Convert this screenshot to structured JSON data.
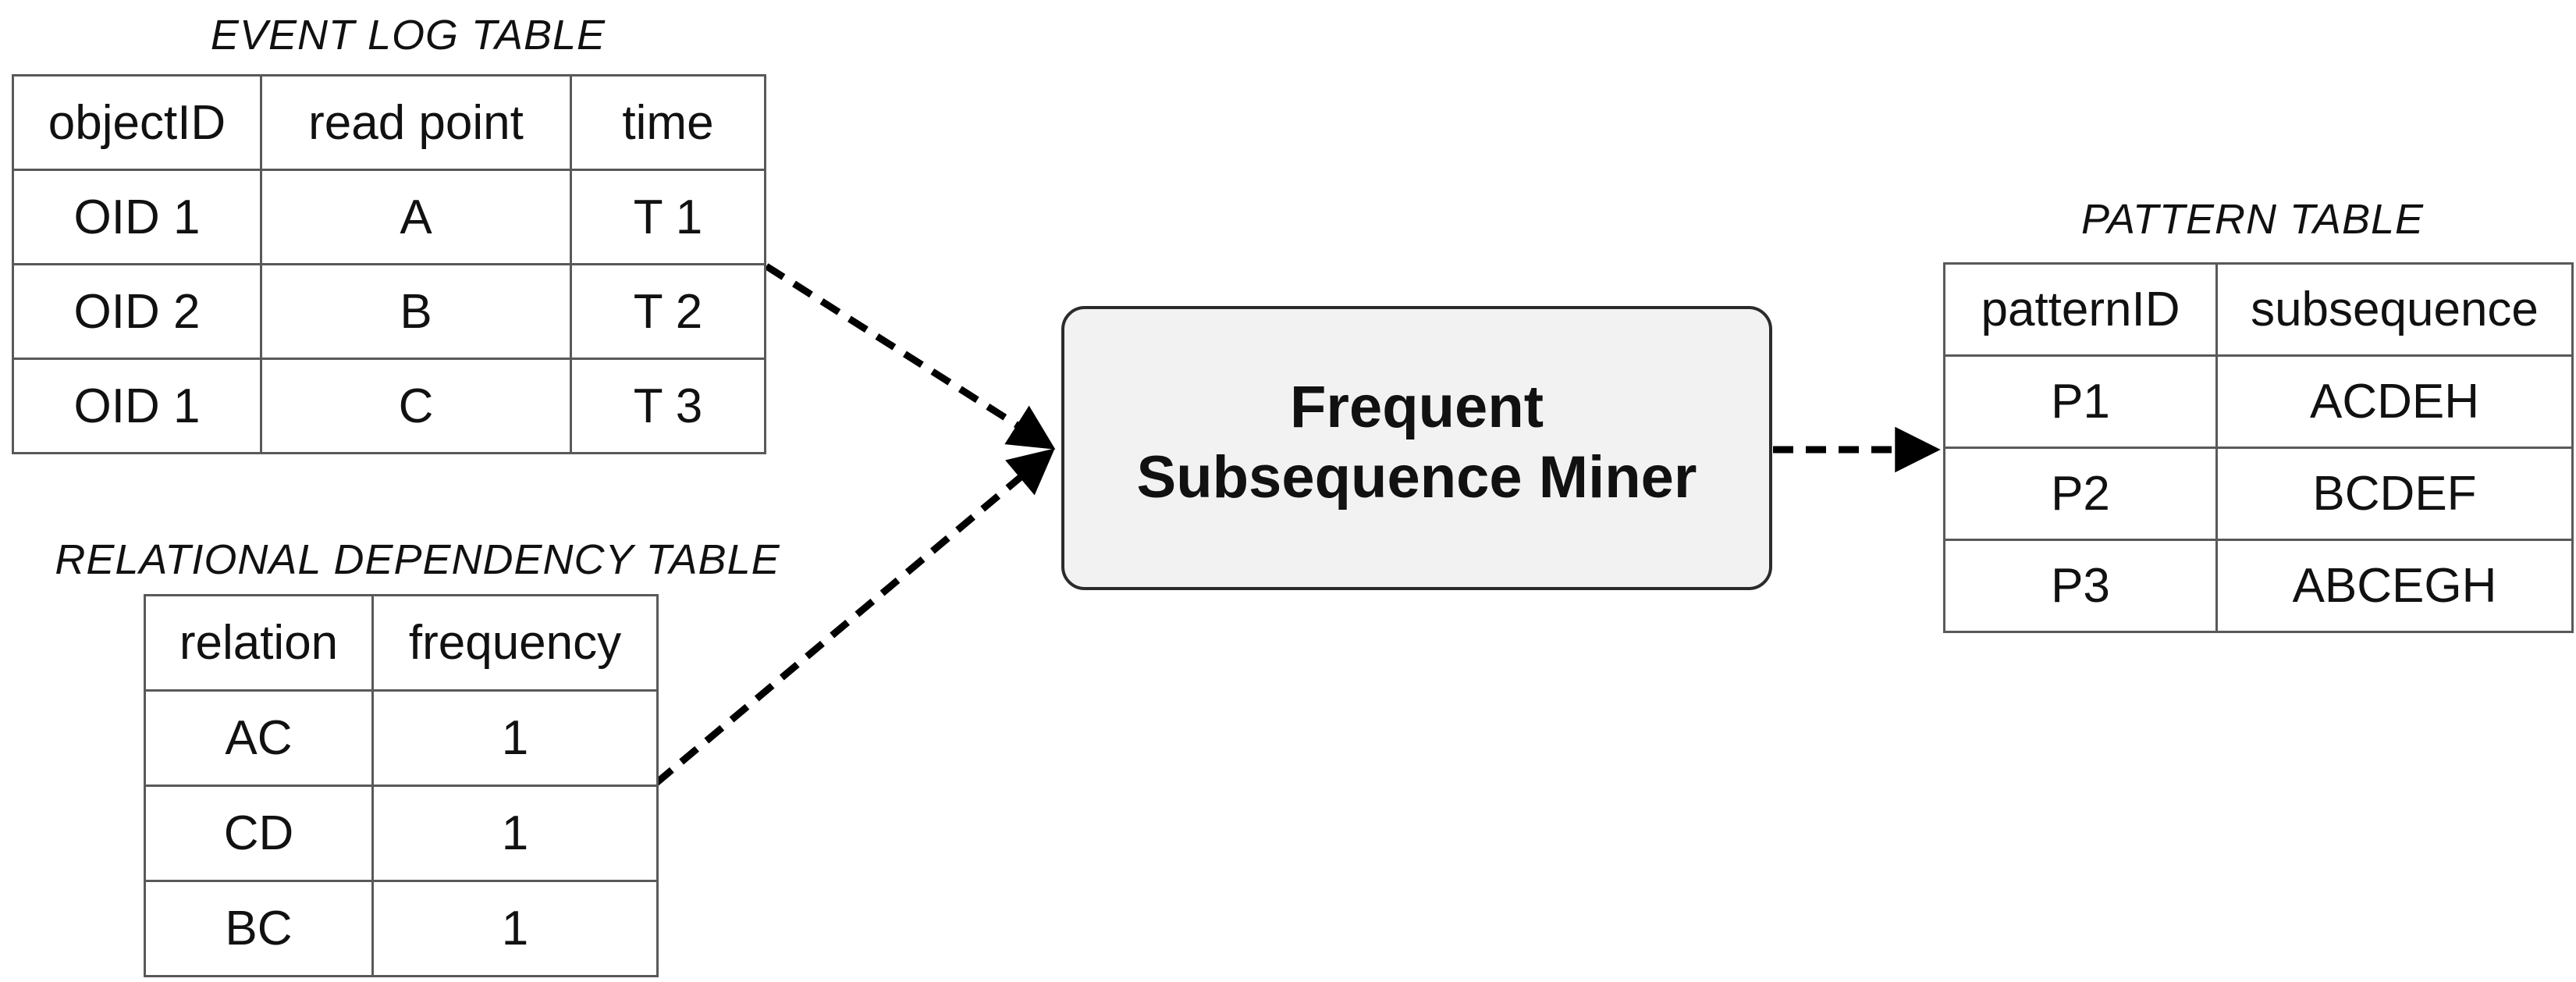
{
  "tables": {
    "event_log": {
      "title": "EVENT LOG TABLE",
      "headers": [
        "objectID",
        "read point",
        "time"
      ],
      "rows": [
        [
          "OID 1",
          "A",
          "T 1"
        ],
        [
          "OID 2",
          "B",
          "T 2"
        ],
        [
          "OID 1",
          "C",
          "T 3"
        ]
      ]
    },
    "relational_dependency": {
      "title": "RELATIONAL DEPENDENCY TABLE",
      "headers": [
        "relation",
        "frequency"
      ],
      "rows": [
        [
          "AC",
          "1"
        ],
        [
          "CD",
          "1"
        ],
        [
          "BC",
          "1"
        ]
      ]
    },
    "pattern": {
      "title": "PATTERN TABLE",
      "headers": [
        "patternID",
        "subsequence"
      ],
      "rows": [
        [
          "P1",
          "ACDEH"
        ],
        [
          "P2",
          "BCDEF"
        ],
        [
          "P3",
          "ABCEGH"
        ]
      ]
    }
  },
  "miner_box": {
    "label_line1": "Frequent",
    "label_line2": "Subsequence Miner"
  },
  "colors": {
    "background": "#ffffff",
    "text": "#111111",
    "table_border": "#595959",
    "box_fill": "#f2f2f2",
    "box_border": "#2b2b2b",
    "arrow": "#000000"
  }
}
